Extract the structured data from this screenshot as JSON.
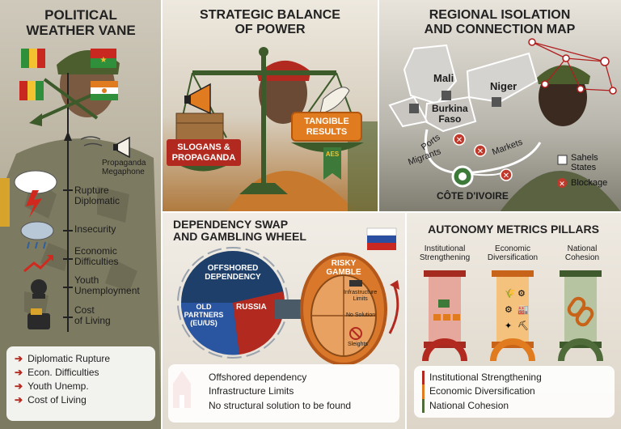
{
  "panel1": {
    "title": "POLITICAL\nWEATHER VANE",
    "megaphone_label": "Propaganda\nMegaphone",
    "items": [
      {
        "label": "Rupture\nDiplomatic",
        "icon": "storm-cloud-icon"
      },
      {
        "label": "Insecurity",
        "icon": "rain-cloud-icon"
      },
      {
        "label": "Economic\nDifficulties",
        "icon": "trend-down-icon"
      },
      {
        "label": "Youth\nUnemployment",
        "icon": "raised-hand-icon"
      },
      {
        "label": "Cost\nof Living",
        "icon": "wallet-icon"
      }
    ],
    "legend": [
      "Diplomatic Rupture",
      "Econ. Difficulties",
      "Youth Unemp.",
      "Cost of Living"
    ]
  },
  "panel2": {
    "title": "STRATEGIC BALANCE\nOF POWER",
    "left_pan": "SLOGANS &\nPROPAGANDA",
    "right_pan": "TANGIBLE\nRESULTS",
    "ribbon": "AES"
  },
  "panel3": {
    "title": "REGIONAL ISOLATION\nAND CONNECTION MAP",
    "countries": [
      "Mali",
      "Niger",
      "Burkina\nFaso"
    ],
    "ports": "Ports",
    "migrants": "Migrants",
    "markets": "Markets",
    "cote": "CÔTE D'IVOIRE",
    "legend_states": "Sahels\nStates",
    "legend_blockage": "Blockage"
  },
  "panel4": {
    "title": "DEPENDENCY SWAP\nAND GAMBLING WHEEL",
    "pie_top": "OFFSHORED\nDEPENDENCY",
    "pie_left": "OLD\nPARTNERS\n(EU/US)",
    "pie_right": "RUSSIA",
    "gamble_title": "RISKY\nGAMBLE",
    "gamble_items": [
      "Infrastructure\nLimits",
      "No Solution",
      "Sleights"
    ],
    "legend": [
      "Offshored dependency",
      "Infrastructure Limits",
      "No structural solution to be found"
    ]
  },
  "panel5": {
    "title": "AUTONOMY METRICS PILLARS",
    "pillars": [
      {
        "label": "Institutional\nStrengthening",
        "color": "#c0392b"
      },
      {
        "label": "Economic\nDiversification",
        "color": "#e07b1f"
      },
      {
        "label": "National\nCohesion",
        "color": "#4f6b3a"
      }
    ],
    "legend": [
      "Institutional Strengthening",
      "Economic Diversification",
      "National Cohesion"
    ]
  },
  "colors": {
    "red": "#b22a1f",
    "orange": "#d9782a",
    "green": "#4f6b3a",
    "navy": "#1f3f6b"
  }
}
